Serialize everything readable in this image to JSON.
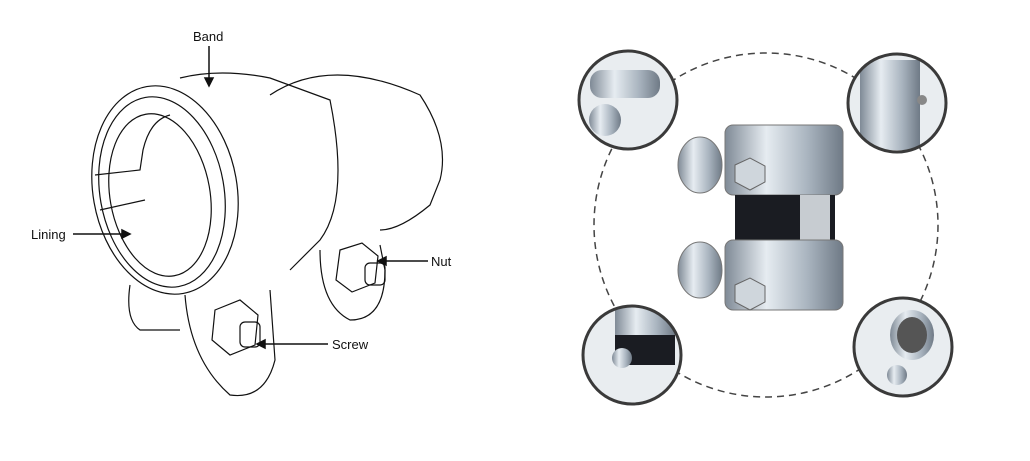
{
  "diagram": {
    "labels": {
      "band": "Band",
      "lining": "Lining",
      "nut": "Nut",
      "screw": "Screw"
    }
  },
  "colors": {
    "line": "#111111",
    "metal": "#b8c2cc",
    "lining": "#1a1c22",
    "dashed_circle": "#444444",
    "thumb_border": "#3a3a3a"
  }
}
